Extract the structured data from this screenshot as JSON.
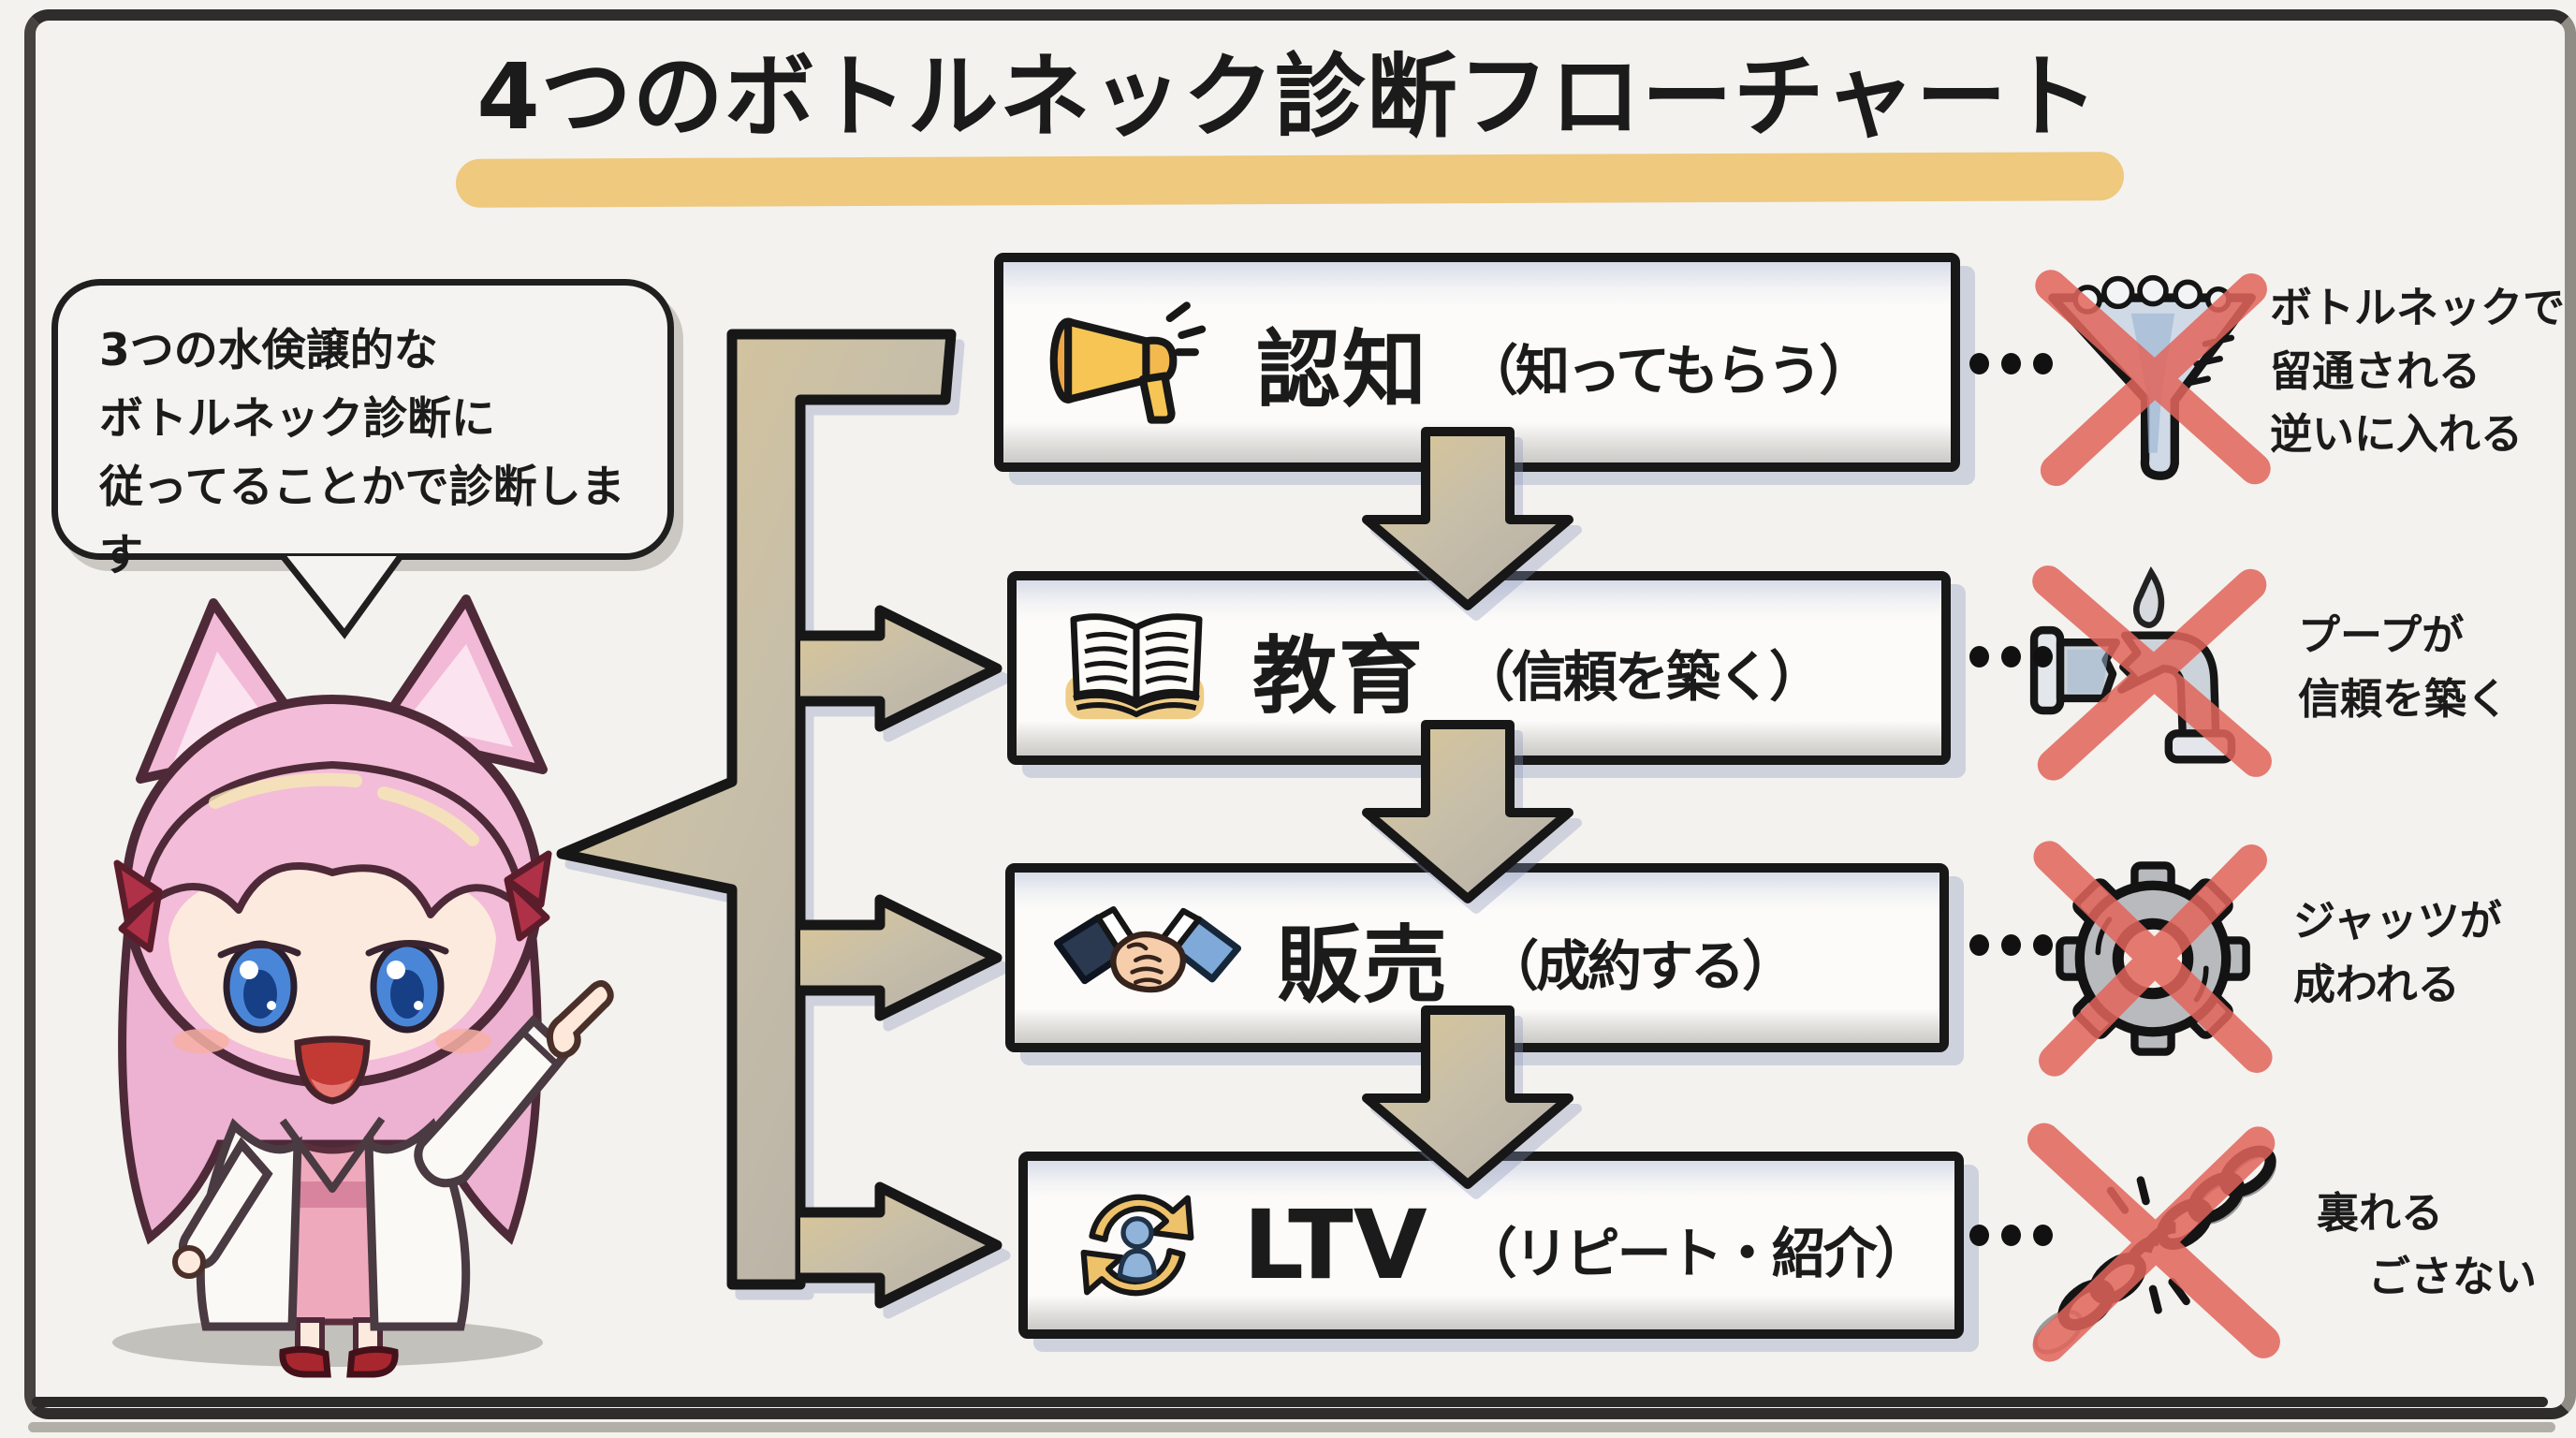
{
  "title": "4つのボトルネック診断フローチャート",
  "speech_bubble": {
    "lines": [
      "3つの水倹譲的な",
      "ボトルネック診断に",
      "従ってることかで診断します"
    ]
  },
  "mascot": {
    "icon": "catgirl-scientist-pointing-illustration"
  },
  "flow_steps": [
    {
      "icon": "megaphone-icon",
      "label": "認知",
      "sub": "（知ってもらう）",
      "dots": "・・・",
      "note": {
        "icon": "funnel-blocked-icon",
        "lines": [
          "ボトルネックで",
          "留通される",
          "逆いに入れる"
        ]
      }
    },
    {
      "icon": "open-book-icon",
      "label": "教育",
      "sub": "（信頼を築く）",
      "dots": "・・・",
      "note": {
        "icon": "broken-pipe-icon",
        "lines": [
          "プープが",
          "信頼を築く"
        ]
      }
    },
    {
      "icon": "handshake-icon",
      "label": "販売",
      "sub": "（成約する）",
      "dots": "・・・",
      "note": {
        "icon": "gear-blocked-icon",
        "lines": [
          "ジャッツが",
          "成われる"
        ]
      }
    },
    {
      "icon": "repeat-customer-icon",
      "label": "LTV",
      "sub": "（リピート・紹介）",
      "dots": "・・・",
      "note": {
        "icon": "broken-chain-icon",
        "lines": [
          "裏れる",
          "ごさない"
        ]
      }
    }
  ],
  "colors": {
    "background": "#f3f2ef",
    "ink": "#1b1b1b",
    "title_highlight": "#ecc26a",
    "arrow_tan": "#d8c28d",
    "arrow_gray": "#bcb6ad",
    "cross_red": "#e0645a",
    "box_shadow_blue": "#9aa5c4"
  }
}
